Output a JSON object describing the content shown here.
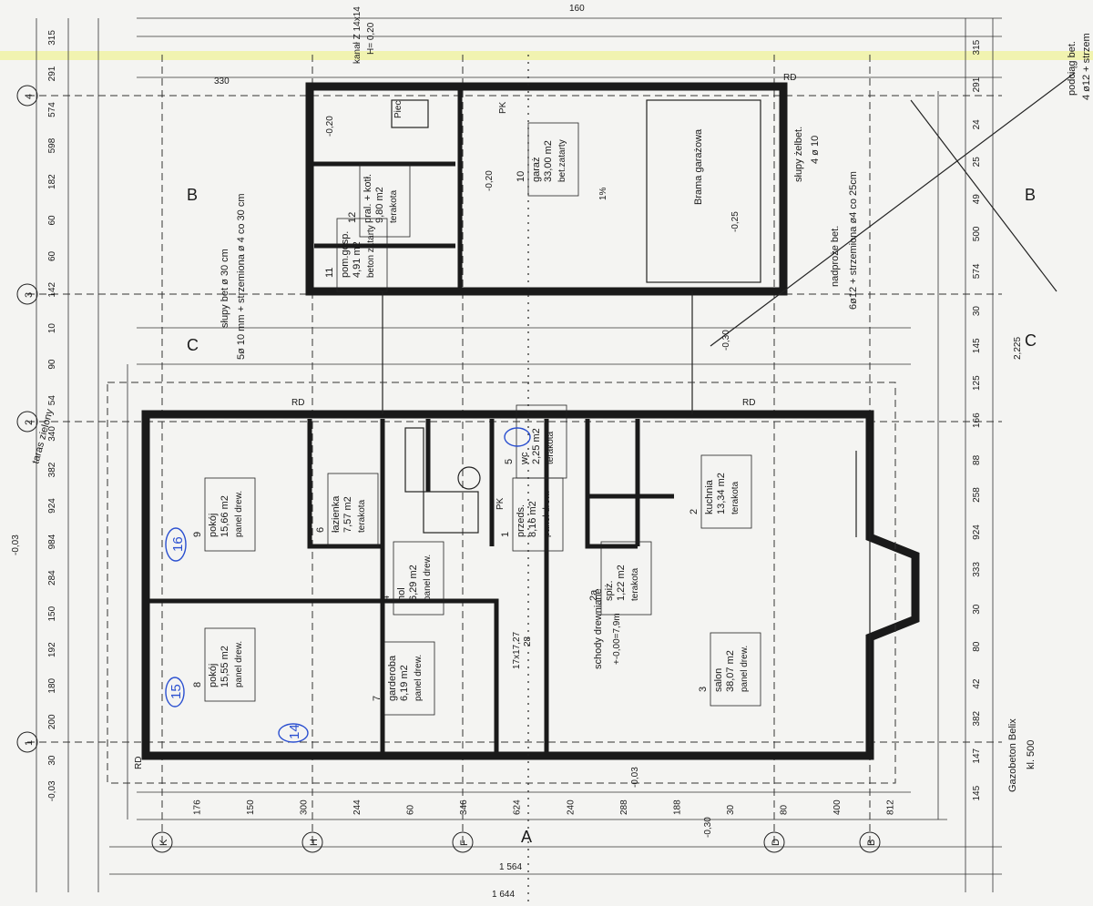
{
  "rooms": [
    {
      "id": "r9",
      "number": "9",
      "name": "pokój",
      "area": "15,66 m2",
      "floor": "panel drew."
    },
    {
      "id": "r8",
      "number": "8",
      "name": "pokój",
      "area": "15,55 m2",
      "floor": "panel drew."
    },
    {
      "id": "r6",
      "number": "6",
      "name": "łazienka",
      "area": "7,57 m2",
      "floor": "terakota"
    },
    {
      "id": "r4",
      "number": "4",
      "name": "hol",
      "area": "6,29 m2",
      "floor": "panel drew."
    },
    {
      "id": "r7",
      "number": "7",
      "name": "garderoba",
      "area": "6,19 m2",
      "floor": "panel drew."
    },
    {
      "id": "r5",
      "number": "5",
      "name": "wc",
      "area": "2,25 m2",
      "floor": "terakota"
    },
    {
      "id": "r1",
      "number": "1",
      "name": "przeds.",
      "area": "8,16 m2",
      "floor": "panel drew."
    },
    {
      "id": "r2a",
      "number": "2a",
      "name": "spiż.",
      "area": "1,22 m2",
      "floor": "terakota"
    },
    {
      "id": "r2",
      "number": "2",
      "name": "kuchnia",
      "area": "13,34 m2",
      "floor": "terakota"
    },
    {
      "id": "r3",
      "number": "3",
      "name": "salon",
      "area": "38,07 m2",
      "floor": "panel drew."
    },
    {
      "id": "r10",
      "number": "10",
      "name": "garaż",
      "area": "33,00 m2",
      "floor": "bet.zatarty"
    },
    {
      "id": "r12",
      "number": "12",
      "name": "pral. + kotł.",
      "area": "9,80 m2",
      "floor": "terakota"
    },
    {
      "id": "r11",
      "number": "11",
      "name": "pom.gosp.",
      "area": "4,91 m2",
      "floor": "beton zatarty"
    }
  ],
  "notes": {
    "stairs": "schody drewniane",
    "stairs_level": "+-0,00=7,9m",
    "stairs_dim": "17x17,27",
    "stairs_dim2": "28",
    "gate": "Brama garażowa",
    "columns": "słupy bet ø 30 cm",
    "columns_rebar": "5ø 10 mm + strzemiona ø 4 co 30 cm",
    "lintel": "nadproże bet.",
    "lintel_rebar": "6ø12 + strzemiona ø4 co 25cm",
    "rc_columns": "słupy żelbet.",
    "rc_columns_rebar": "4 ø 10",
    "material": "Gazobeton Belix",
    "material_class": "kl. 500",
    "handwritten": "taras zielony",
    "rd": "RD",
    "pk": "PK",
    "level_garage": "-0,20",
    "level_garage2": "-0,25",
    "level_outside": "-0,03",
    "level_outside2": "-0,30",
    "garage_slope": "1%",
    "kanal": "kanał Z 14x14",
    "kanal_h": "H= 0,20",
    "piec": "Piec",
    "top_right1": "podciąg bet.",
    "top_right2": "4 ø12 + strzem",
    "dim_1564": "1 564",
    "dim_1644": "1 644",
    "section_a": "A",
    "section_b": "B",
    "section_c": "C",
    "dim_2225": "2,225",
    "dim_330": "330",
    "dim_160": "160"
  },
  "axes": {
    "rows": [
      "1",
      "2",
      "3",
      "4"
    ],
    "cols": [
      "K",
      "H",
      "F",
      "D",
      "B"
    ]
  },
  "left_dims": [
    "315",
    "291",
    "574",
    "598",
    "182",
    "60",
    "60",
    "142",
    "10",
    "90",
    "54",
    "340",
    "382",
    "924",
    "984",
    "284",
    "150",
    "192",
    "180",
    "200",
    "30",
    "-0,03"
  ],
  "bottom_dims": [
    "176",
    "150",
    "300",
    "244",
    "60",
    "346",
    "624",
    "240",
    "288",
    "188",
    "30",
    "80",
    "400",
    "812"
  ],
  "right_dims": [
    "315",
    "291",
    "24",
    "25",
    "49",
    "500",
    "574",
    "30",
    "145",
    "125",
    "166",
    "88",
    "258",
    "924",
    "333",
    "30",
    "80",
    "42",
    "382",
    "147",
    "145"
  ],
  "annotations": [
    "16",
    "15",
    "14"
  ],
  "colors": {
    "ink": "#1a1a1a",
    "paper": "#f4f4f2",
    "pen": "#2a4fd0",
    "highlight": "#e8f06a"
  }
}
